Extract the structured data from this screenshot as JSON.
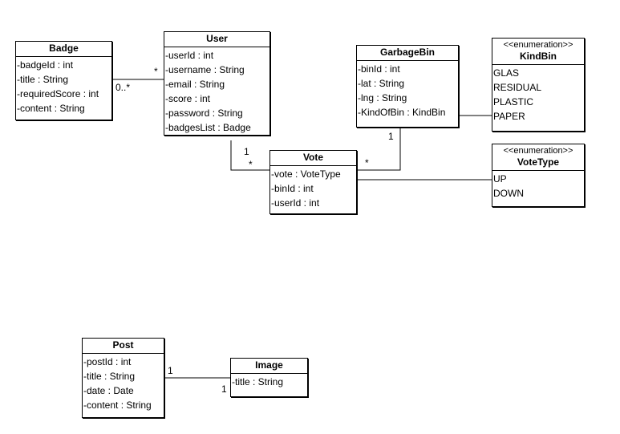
{
  "classes": {
    "badge": {
      "name": "Badge",
      "attributes": [
        "-badgeId : int",
        "-title : String",
        "-requiredScore : int",
        "-content : String"
      ]
    },
    "user": {
      "name": "User",
      "attributes": [
        "-userId : int",
        "-username : String",
        "-email : String",
        "-score : int",
        "-password : String",
        "-badgesList : Badge"
      ]
    },
    "garbagebin": {
      "name": "GarbageBin",
      "attributes": [
        "-binId : int",
        "-lat : String",
        "-lng : String",
        "-KindOfBin : KindBin"
      ]
    },
    "kindbin": {
      "stereotype": "<<enumeration>>",
      "name": "KindBin",
      "attributes": [
        "GLAS",
        "RESIDUAL",
        "PLASTIC",
        "PAPER"
      ]
    },
    "vote": {
      "name": "Vote",
      "attributes": [
        "-vote : VoteType",
        "-binId : int",
        "-userId : int"
      ]
    },
    "votetype": {
      "stereotype": "<<enumeration>>",
      "name": "VoteType",
      "attributes": [
        "UP",
        "DOWN"
      ]
    },
    "post": {
      "name": "Post",
      "attributes": [
        "-postId : int",
        "-title : String",
        "-date : Date",
        "-content : String"
      ]
    },
    "image": {
      "name": "Image",
      "attributes": [
        "-title : String"
      ]
    }
  },
  "associations": {
    "badge_user": {
      "badge_end": "0..*",
      "user_end": "*"
    },
    "user_vote": {
      "user_end": "1",
      "vote_end": "*"
    },
    "garbagebin_vote": {
      "garbagebin_end": "1",
      "vote_end": "*"
    },
    "post_image": {
      "post_end": "1",
      "image_end": "1"
    }
  }
}
